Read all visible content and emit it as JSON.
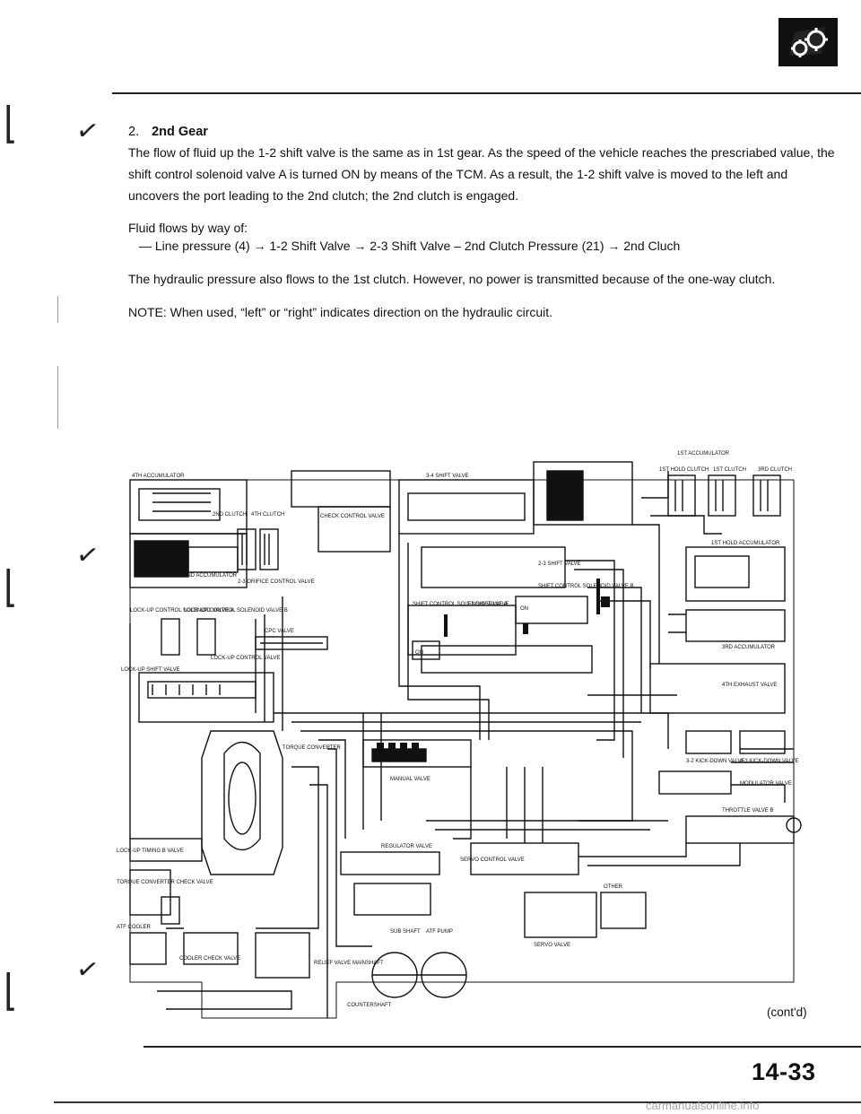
{
  "section": {
    "number": "2.",
    "title": "2nd Gear",
    "description": "The flow of fluid up the 1-2 shift valve is the same as in 1st gear. As the speed of the vehicle reaches the prescriabed value, the shift control solenoid valve A is turned ON by means of the TCM. As a result, the 1-2 shift valve is moved to the left and uncovers the port leading to the 2nd clutch; the 2nd clutch is engaged.",
    "flow_intro": "Fluid flows by way of:",
    "flow_path": "— Line pressure (4) → 1-2 Shift Valve → 2-3 Shift Valve – 2nd Clutch Pressure (21) → 2nd Cluch",
    "pressure_note": "The hydraulic pressure also flows to the 1st clutch. However, no power is transmitted because of the one-way clutch.",
    "note": "NOTE: When used, “left” or “right” indicates direction on the hydraulic circuit."
  },
  "diagram": {
    "labels": {
      "accumulator_4th": "4TH ACCUMULATOR",
      "shift_valve_34": "3-4 SHIFT VALVE",
      "accumulator_1st": "1ST ACCUMULATOR",
      "clutch_1st_hold": "1ST HOLD CLUTCH",
      "clutch_1st": "1ST CLUTCH",
      "clutch_3rd": "3RD CLUTCH",
      "clutch_2nd": "2ND CLUTCH",
      "clutch_4th": "4TH CLUTCH",
      "check_control_valve": "CHECK CONTROL VALVE",
      "shift_valve_23": "2-3 SHIFT VALVE",
      "orifice_control_23": "2-3 ORIFICE CONTROL VALVE",
      "solenoid_b": "SHIFT CONTROL SOLENOID VALVE B",
      "accumulator_2nd": "2ND ACCUMULATOR",
      "hold_accumulator_1st": "1ST HOLD ACCUMULATOR",
      "lockup_solenoid_a": "LOCK-UP CONTROL SOLENOID VALVE A",
      "lockup_solenoid_b": "LOCK-UP CONTROL SOLENOID VALVE B",
      "cpc_valve": "CPC VALVE",
      "solenoid_a": "SHIFT CONTROL SOLENOID VALVE A",
      "shift_valve_12": "1-2 SHIFT VALVE",
      "on_a": "ON",
      "on_b": "ON",
      "accumulator_3rd": "3RD ACCUMULATOR",
      "lockup_shift_valve": "LOCK-UP SHIFT VALVE",
      "lockup_control_valve": "LOCK-UP CONTROL VALVE",
      "exhaust_4th": "4TH EXHAUST VALVE",
      "manual_valve": "MANUAL VALVE",
      "kickdown_32": "3-2 KICK-DOWN VALVE",
      "kickdown_43": "4-3 KICK-DOWN VALVE",
      "torque_converter": "TORQUE CONVERTER",
      "modulator_valve": "MODULATOR VALVE",
      "regulator_valve": "REGULATOR VALVE",
      "servo_control_valve": "SERVO CONTROL VALVE",
      "throttle_valve_b": "THROTTLE VALVE B",
      "lockup_timing_b": "LOCK-UP TIMING B VALVE",
      "tc_check_valve": "TORQUE CONVERTER CHECK VALVE",
      "other": "OTHER",
      "sub_shaft": "SUB SHAFT",
      "atf_pump": "ATF PUMP",
      "servo_valve": "SERVO VALVE",
      "atf_cooler": "ATF COOLER",
      "cooler_check_valve": "COOLER CHECK VALVE",
      "relief_valve": "RELIEF VALVE",
      "mainshaft": "MAINSHAFT",
      "countershaft": "COUNTERSHAFT"
    }
  },
  "footer": {
    "contd": "(cont'd)",
    "page_number": "14-33",
    "watermark": "carmanualsonline.info"
  }
}
